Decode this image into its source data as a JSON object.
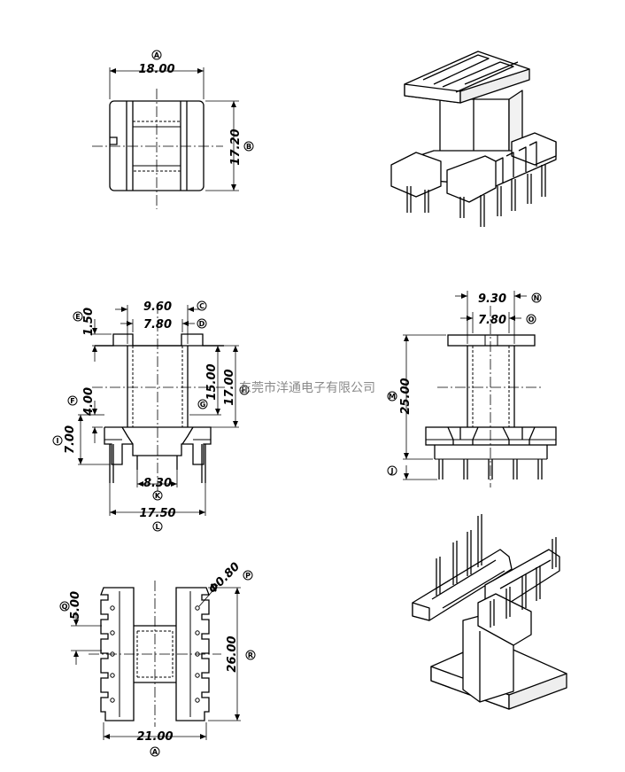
{
  "watermark": "东莞市洋通电子有限公司",
  "top_view": {
    "width_dim": "18.00",
    "width_label": "A",
    "height_dim": "17.20",
    "height_label": "B"
  },
  "front_view": {
    "outer_dim": "9.60",
    "outer_label": "C",
    "inner_dim": "7.80",
    "inner_label": "D",
    "flange_dim": "1.50",
    "flange_label": "E",
    "mid_dim": "4.00",
    "mid_label": "F",
    "window_dim": "15.00",
    "window_label": "G",
    "total_dim": "17.00",
    "total_label": "H",
    "base_dim": "7.00",
    "base_label": "I",
    "pin_dim": "8.30",
    "pin_label": "K",
    "span_dim": "17.50",
    "span_label": "L"
  },
  "side_view": {
    "outer_dim": "9.30",
    "outer_label": "N",
    "inner_dim": "7.80",
    "inner_label": "O",
    "height_dim": "25.00",
    "height_label": "M",
    "pin_label": "J"
  },
  "bottom_view": {
    "pitch_dim": "5.00",
    "pitch_label": "Q",
    "hole_dim": "Φ0.80",
    "hole_label": "P",
    "height_dim": "26.00",
    "height_label": "R",
    "width_dim": "21.00",
    "width_label": "A"
  }
}
